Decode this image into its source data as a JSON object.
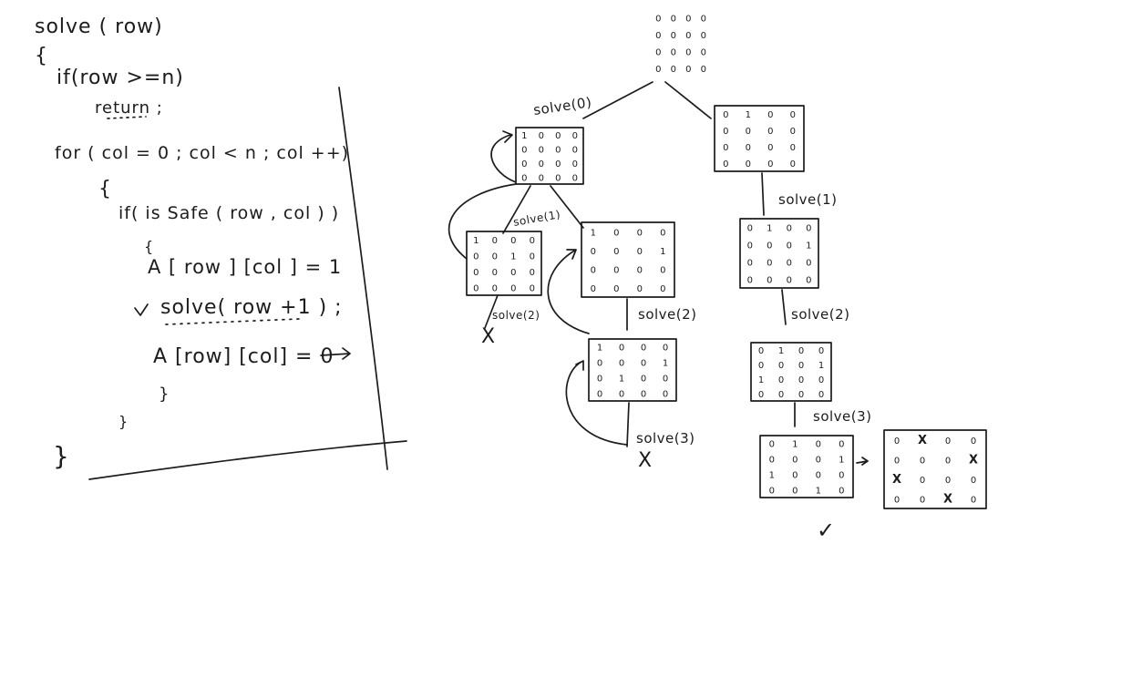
{
  "code": {
    "lines": [
      "solve ( row)",
      "{",
      "if(row >=n)",
      "return ;",
      "for ( col = 0 ; col < n ; col ++)",
      "{",
      "if( is Safe ( row , col ) )",
      "{",
      "A [ row ] [col ] = 1",
      "solve( row +1 ) ;",
      "A [row] [col] = 0",
      "}",
      "}",
      "}"
    ]
  },
  "tree": {
    "labels": {
      "l0": "solve(0)",
      "l1": "solve(1)",
      "l2": "solve(2)",
      "l3": "solve(2)",
      "l4": "solve(3)",
      "l5": "solve(1)",
      "l6": "solve(2)",
      "l7": "solve(3)"
    },
    "marks": {
      "dead_end": "X",
      "success": "✓",
      "queen": "X"
    },
    "boards": {
      "root": [
        [
          "0",
          "0",
          "0",
          "0"
        ],
        [
          "0",
          "0",
          "0",
          "0"
        ],
        [
          "0",
          "0",
          "0",
          "0"
        ],
        [
          "0",
          "0",
          "0",
          "0"
        ]
      ],
      "L1": [
        [
          "1",
          "0",
          "0",
          "0"
        ],
        [
          "0",
          "0",
          "0",
          "0"
        ],
        [
          "0",
          "0",
          "0",
          "0"
        ],
        [
          "0",
          "0",
          "0",
          "0"
        ]
      ],
      "L2a": [
        [
          "1",
          "0",
          "0",
          "0"
        ],
        [
          "0",
          "0",
          "1",
          "0"
        ],
        [
          "0",
          "0",
          "0",
          "0"
        ],
        [
          "0",
          "0",
          "0",
          "0"
        ]
      ],
      "L2b": [
        [
          "1",
          "0",
          "0",
          "0"
        ],
        [
          "0",
          "0",
          "0",
          "1"
        ],
        [
          "0",
          "0",
          "0",
          "0"
        ],
        [
          "0",
          "0",
          "0",
          "0"
        ]
      ],
      "L3b": [
        [
          "1",
          "0",
          "0",
          "0"
        ],
        [
          "0",
          "0",
          "0",
          "1"
        ],
        [
          "0",
          "1",
          "0",
          "0"
        ],
        [
          "0",
          "0",
          "0",
          "0"
        ]
      ],
      "R1": [
        [
          "0",
          "1",
          "0",
          "0"
        ],
        [
          "0",
          "0",
          "0",
          "0"
        ],
        [
          "0",
          "0",
          "0",
          "0"
        ],
        [
          "0",
          "0",
          "0",
          "0"
        ]
      ],
      "R2": [
        [
          "0",
          "1",
          "0",
          "0"
        ],
        [
          "0",
          "0",
          "0",
          "1"
        ],
        [
          "0",
          "0",
          "0",
          "0"
        ],
        [
          "0",
          "0",
          "0",
          "0"
        ]
      ],
      "R3": [
        [
          "0",
          "1",
          "0",
          "0"
        ],
        [
          "0",
          "0",
          "0",
          "1"
        ],
        [
          "1",
          "0",
          "0",
          "0"
        ],
        [
          "0",
          "0",
          "0",
          "0"
        ]
      ],
      "R4": [
        [
          "0",
          "1",
          "0",
          "0"
        ],
        [
          "0",
          "0",
          "0",
          "1"
        ],
        [
          "1",
          "0",
          "0",
          "0"
        ],
        [
          "0",
          "0",
          "1",
          "0"
        ]
      ],
      "final": [
        [
          "0",
          "X",
          "0",
          "0"
        ],
        [
          "0",
          "0",
          "0",
          "X"
        ],
        [
          "X",
          "0",
          "0",
          "0"
        ],
        [
          "0",
          "0",
          "X",
          "0"
        ]
      ]
    }
  }
}
